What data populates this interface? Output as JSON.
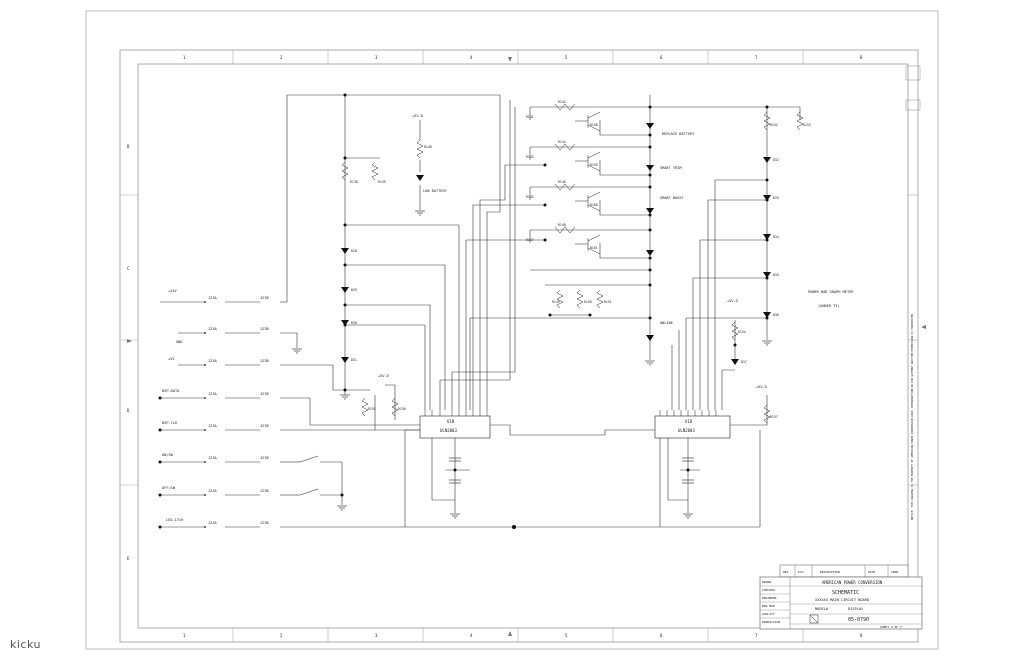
{
  "watermark": "kicku",
  "frame": {
    "top_zones": [
      "1",
      "2",
      "3",
      "4",
      "5",
      "6",
      "7",
      "8"
    ],
    "bottom_zones": [
      "1",
      "2",
      "3",
      "4",
      "5",
      "6",
      "7",
      "8"
    ],
    "left_zones": [
      "B",
      "C",
      "D",
      "E"
    ]
  },
  "ics": [
    {
      "ref": "U1B",
      "part": "ULN2803"
    },
    {
      "ref": "U1D",
      "part": "ULN2803"
    }
  ],
  "resistors_top": [
    "R138",
    "R139",
    "R140",
    "R141",
    "R142",
    "R143",
    "R144",
    "R145",
    "R146",
    "R147",
    "R148",
    "R149",
    "R150",
    "R151",
    "R152",
    "R153",
    "R154",
    "R155",
    "R156",
    "R157",
    "R158",
    "R159",
    "R160",
    "R161"
  ],
  "leds_left": [
    "D28",
    "D29",
    "D30",
    "D31"
  ],
  "leds_right": [
    "D32",
    "D33",
    "D34",
    "D35",
    "D36",
    "D37"
  ],
  "power_labels": [
    "+5V-D",
    "+5V-D",
    "+5V-D",
    "+5V-D"
  ],
  "notes": {
    "replace_battery": "REPLACE BATTERY",
    "smart_trim": "SMART TRIM",
    "smart_boost": "SMART BOOST",
    "low_battery": "LOW BATTERY",
    "online": "ONLINE",
    "power_bar": "POWER BAR GRAPH METER",
    "under": "(UNDER TI)"
  },
  "connectors": [
    {
      "name": "+24V",
      "j1": "J23A",
      "j2": "J23B"
    },
    {
      "name": "GND",
      "j1": "J23A",
      "j2": "J23B"
    },
    {
      "name": "+5V",
      "j1": "J23A",
      "j2": "J23B"
    },
    {
      "name": "DSP-DATA",
      "j1": "J23A",
      "j2": "J23B"
    },
    {
      "name": "DSP-CLK",
      "j1": "J23A",
      "j2": "J23B"
    },
    {
      "name": "ON/SW",
      "j1": "J23A",
      "j2": "J23B"
    },
    {
      "name": "OFF/SW",
      "j1": "J23A",
      "j2": "J23B"
    },
    {
      "name": "LED-LTCH",
      "j1": "J23A",
      "j2": "J23B"
    }
  ],
  "title_block": {
    "company": "AMERICAN POWER CONVERSION",
    "title": "SCHEMATIC",
    "subtitle": "XXXXXX MAIN CIRCUIT BOARD",
    "model": "MODEL#",
    "display": "DISPLAY",
    "doc_number": "05-0790",
    "sheet": "SHEET 4 OF 7",
    "rows": [
      "DRAWN",
      "CHECKED",
      "ENGINEER",
      "ENG MGR",
      "QUALITY",
      "PRODUCTION"
    ]
  },
  "revision_block": [
    "REV",
    "ECO",
    "DESCRIPTION",
    "DATE",
    "APPR"
  ],
  "side_note": "NOTICE: THIS DRAWING IS THE PROPERTY OF AMERICAN POWER CONVERSION CORP. REPRODUCTION OR USE WITHOUT WRITTEN PERMISSION IS PROHIBITED"
}
